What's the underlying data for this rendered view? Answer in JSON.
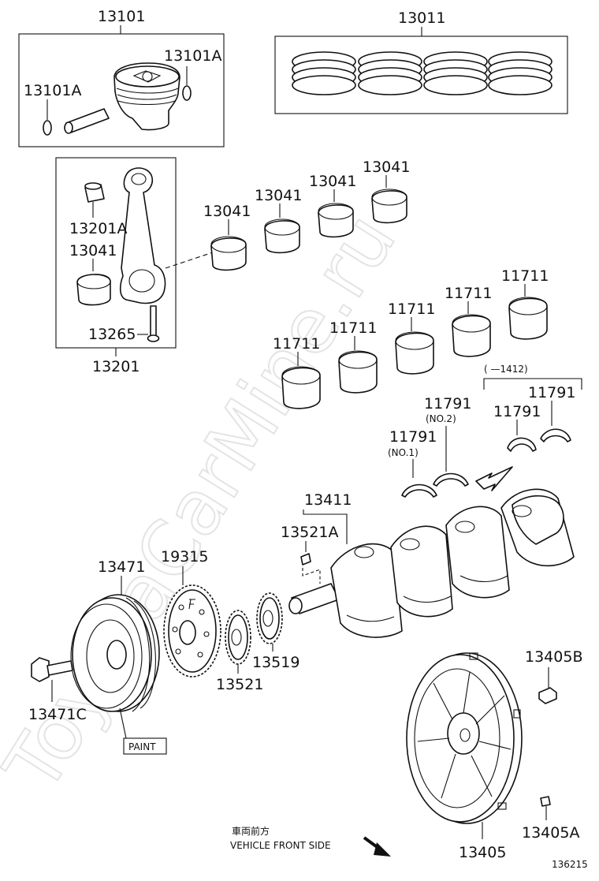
{
  "watermark": "ToyotaCarMine.ru",
  "diagram_id": "136215",
  "direction": {
    "japanese": "車両前方",
    "english": "VEHICLE FRONT SIDE"
  },
  "notes": {
    "paint": "PAINT",
    "range": "(    —1412)",
    "no1": "(NO.1)",
    "no2": "(NO.2)"
  },
  "labels": {
    "piston_set": "13101",
    "ring_set": "13011",
    "snap_ring_right": "13101A",
    "snap_ring_left": "13101A",
    "rod_bearing_1": "13041",
    "rod_bearing_2": "13041",
    "rod_bearing_3": "13041",
    "rod_bearing_4": "13041",
    "rod_bearing_in_box": "13041",
    "rod_bushing": "13201A",
    "rod_bolt": "13265",
    "connecting_rod": "13201",
    "main_bearing_1": "11711",
    "main_bearing_2": "11711",
    "main_bearing_3": "11711",
    "main_bearing_4": "11711",
    "main_bearing_5": "11711",
    "thrust_washer_no1": "11791",
    "thrust_washer_no2": "11791",
    "thrust_washer_3": "11791",
    "thrust_washer_4": "11791",
    "crankshaft": "13411",
    "crank_key": "13521A",
    "pulley": "13471",
    "timing_rotor": "19315",
    "crank_gear": "13521",
    "crank_sprocket": "13519",
    "pulley_bolt": "13471C",
    "drive_plate_bolt": "13405B",
    "drive_plate": "13405",
    "drive_plate_spacer": "13405A"
  }
}
